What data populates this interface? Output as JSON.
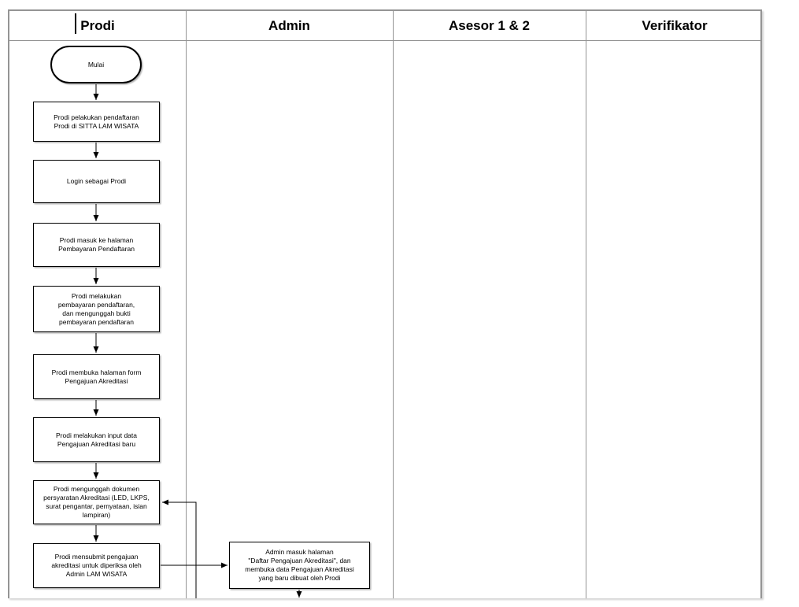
{
  "app": {
    "description": "Swimlane flowchart of the accreditation submission process (SITTA LAM WISATA)"
  },
  "colors": {
    "background": "#ffffff",
    "table_border": "#949494",
    "shape_border": "#000000",
    "shape_fill": "#ffffff",
    "text": "#000000"
  },
  "lanes": [
    {
      "label": "Prodi"
    },
    {
      "label": "Admin"
    },
    {
      "label": "Asesor 1 & 2"
    },
    {
      "label": "Verifikator"
    }
  ],
  "flow": {
    "start_label": "Mulai",
    "prodi_steps": [
      "Prodi pelakukan pendaftaran\nProdi di SITTA LAM WISATA",
      "Login sebagai Prodi",
      "Prodi masuk ke halaman\nPembayaran Pendaftaran",
      "Prodi melakukan\npembayaran pendaftaran,\ndan mengunggah bukti\npembayaran pendaftaran",
      "Prodi membuka halaman form\nPengajuan Akreditasi",
      "Prodi melakukan input data\nPengajuan Akreditasi baru",
      "Prodi mengunggah dokumen\npersyaratan Akreditasi (LED, LKPS,\nsurat pengantar, pernyataan, isian\nlampiran)",
      "Prodi mensubmit pengajuan\nakreditasi untuk diperiksa oleh\nAdmin LAM WISATA"
    ],
    "admin_steps": [
      "Admin masuk halaman\n\"Daftar Pengajuan Akreditasi\", dan\nmembuka data Pengajuan Akreditasi\nyang baru dibuat oleh Prodi"
    ]
  }
}
